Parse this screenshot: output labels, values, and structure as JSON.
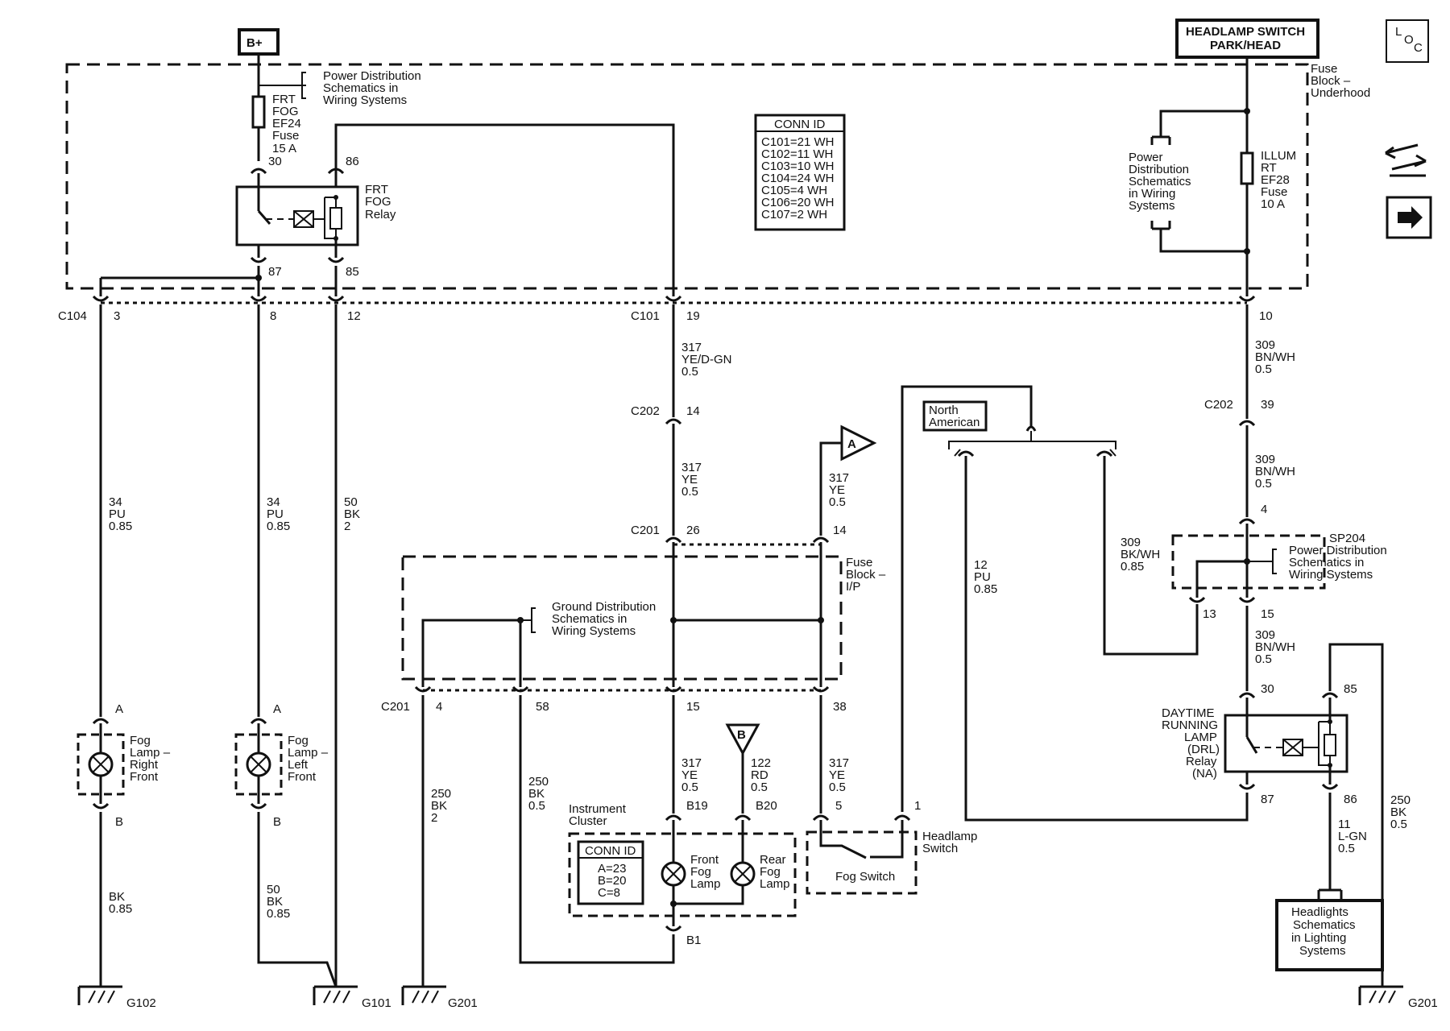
{
  "sources": {
    "b_plus": "B+",
    "headlamp_switch": [
      "HEADLAMP SWITCH",
      "PARK/HEAD"
    ]
  },
  "icons": {
    "loc": [
      "L",
      "O",
      "C"
    ],
    "names": [
      "loc-icon",
      "wiring-icon",
      "next-arrow-icon"
    ]
  },
  "fuse_block_underhood": {
    "label": [
      "Fuse",
      "Block –",
      "Underhood"
    ],
    "frt_fog_fuse": [
      "FRT",
      "FOG",
      "EF24",
      "Fuse",
      "15 A"
    ],
    "illum_fuse": [
      "ILLUM",
      "RT",
      "EF28",
      "Fuse",
      "10 A"
    ],
    "power_ref_left": [
      "Power Distribution",
      "Schematics in",
      "Wiring Systems"
    ],
    "power_ref_right": [
      "Power",
      "Distribution",
      "Schematics",
      "in Wiring",
      "Systems"
    ],
    "relay": [
      "FRT",
      "FOG",
      "Relay"
    ],
    "pins": {
      "p30": "30",
      "p86": "86",
      "p87": "87",
      "p85": "85"
    }
  },
  "conn_id_main": {
    "title": "CONN ID",
    "rows": [
      "C101=21 WH",
      "C102=11 WH",
      "C103=10 WH",
      "C104=24 WH",
      "C105=4 WH",
      "C106=20 WH",
      "C107=2 WH"
    ]
  },
  "connectors": {
    "c104": "C104",
    "c104_3": "3",
    "c104_8": "8",
    "c104_12": "12",
    "c101": "C101",
    "c101_19": "19",
    "c101_10": "10",
    "c202": "C202",
    "c202_14": "14",
    "c202_39": "39",
    "c201": "C201",
    "c201_26": "26",
    "c201_14": "14",
    "c201_4": "4",
    "c201_58": "58",
    "c201_15": "15",
    "c201_38": "38",
    "sp204": "SP204",
    "sp204_4": "4",
    "sp204_13": "13",
    "sp204_15": "15"
  },
  "wires": {
    "w317_top": [
      "317",
      "YE/D-GN",
      "0.5"
    ],
    "w317_mid": [
      "317",
      "YE",
      "0.5"
    ],
    "w317_a": [
      "317",
      "YE",
      "0.5"
    ],
    "w317_cluster": [
      "317",
      "YE",
      "0.5"
    ],
    "w317_switch": [
      "317",
      "YE",
      "0.5"
    ],
    "w122": [
      "122",
      "RD",
      "0.5"
    ],
    "w34_right": [
      "34",
      "PU",
      "0.85"
    ],
    "w34_left": [
      "34",
      "PU",
      "0.85"
    ],
    "w50_top": [
      "50",
      "BK",
      "2"
    ],
    "w50_bottom": [
      "50",
      "BK",
      "0.85"
    ],
    "bk_right": [
      "BK",
      "0.85"
    ],
    "w250_g201": [
      "250",
      "BK",
      "2"
    ],
    "w250_58": [
      "250",
      "BK",
      "0.5"
    ],
    "w309_a": [
      "309",
      "BN/WH",
      "0.5"
    ],
    "w309_b": [
      "309",
      "BN/WH",
      "0.5"
    ],
    "w309_bk": [
      "309",
      "BK/WH",
      "0.85"
    ],
    "w309_c": [
      "309",
      "BN/WH",
      "0.5"
    ],
    "w12": [
      "12",
      "PU",
      "0.85"
    ],
    "w11": [
      "11",
      "L-GN",
      "0.5"
    ],
    "w250_right": [
      "250",
      "BK",
      "0.5"
    ]
  },
  "fuse_block_ip": {
    "label": [
      "Fuse",
      "Block –",
      "I/P"
    ],
    "ground_ref": [
      "Ground Distribution",
      "Schematics in",
      "Wiring Systems"
    ]
  },
  "offpage": {
    "a": "A",
    "b": "B"
  },
  "north_american": [
    "North",
    "American"
  ],
  "fog_lamps": {
    "right": [
      "Fog",
      "Lamp –",
      "Right",
      "Front"
    ],
    "left": [
      "Fog",
      "Lamp –",
      "Left",
      "Front"
    ],
    "pin_a": "A",
    "pin_b": "B"
  },
  "instrument_cluster": {
    "label": [
      "Instrument",
      "Cluster"
    ],
    "conn_id": {
      "title": "CONN ID",
      "rows": [
        "A=23",
        "B=20",
        "C=8"
      ]
    },
    "front_fog": [
      "Front",
      "Fog",
      "Lamp"
    ],
    "rear_fog": [
      "Rear",
      "Fog",
      "Lamp"
    ],
    "pins": {
      "b19": "B19",
      "b20": "B20",
      "b1": "B1"
    }
  },
  "fog_switch": {
    "label": "Fog Switch",
    "headlamp_switch": [
      "Headlamp",
      "Switch"
    ],
    "pins": {
      "p5": "5",
      "p1": "1"
    }
  },
  "sp204_ref": [
    "Power Distribution",
    "Schematics in",
    "Wiring Systems"
  ],
  "drl_relay": {
    "label": [
      "DAYTIME",
      "RUNNING",
      "LAMP",
      "(DRL)",
      "Relay",
      "(NA)"
    ],
    "pins": {
      "p30": "30",
      "p85": "85",
      "p87": "87",
      "p86": "86"
    }
  },
  "headlights_ref": [
    "Headlights",
    "Schematics",
    "in Lighting",
    "Systems"
  ],
  "grounds": {
    "g102": "G102",
    "g101": "G101",
    "g201_left": "G201",
    "g201_right": "G201"
  }
}
